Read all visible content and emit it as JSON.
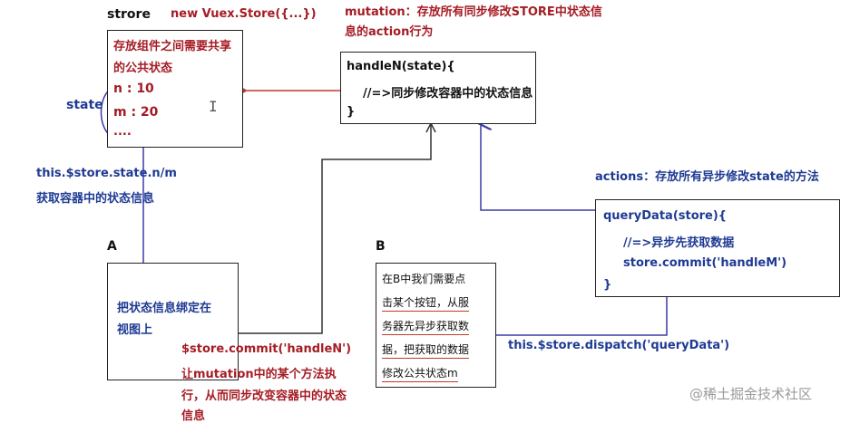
{
  "store": {
    "title": "strore",
    "constructor": "new Vuex.Store({...})",
    "lines": [
      "存放组件之间需要共享",
      "的公共状态",
      "n : 10",
      "m : 20",
      "...."
    ]
  },
  "state_label": "state",
  "mutation": {
    "title_lines": [
      "mutation：存放所有同步修改STORE中状态信",
      "息的action行为"
    ],
    "code_lines": [
      "handleN(state){",
      "//=>同步修改容器中的状态信息",
      "}"
    ]
  },
  "read_hint": [
    "this.$store.state.n/m",
    "获取容器中的状态信息"
  ],
  "actions": {
    "title": "actions：存放所有异步修改state的方法",
    "code_lines": [
      "queryData(store){",
      "//=>异步先获取数据",
      "store.commit('handleM')",
      "}"
    ]
  },
  "component_a": {
    "label": "A",
    "lines": [
      "把状态信息绑定在",
      "视图上"
    ]
  },
  "component_b": {
    "label": "B",
    "lines": [
      "在B中我们需要点",
      "击某个按钮，从服",
      "务器先异步获取数",
      "据，把获取的数据",
      "修改公共状态m"
    ]
  },
  "commit_note": [
    "$store.commit('handleN')",
    "让mutation中的某个方法执",
    "行，从而同步改变容器中的状态",
    "信息"
  ],
  "dispatch_note": "this.$store.dispatch('queryData')",
  "watermark": "@稀土掘金技术社区",
  "colors": {
    "red_text": "#a51c24",
    "blue_text": "#1f3a93",
    "red_line": "#c0392b",
    "blue_line": "#3b3ba8",
    "black_line": "#333333"
  }
}
